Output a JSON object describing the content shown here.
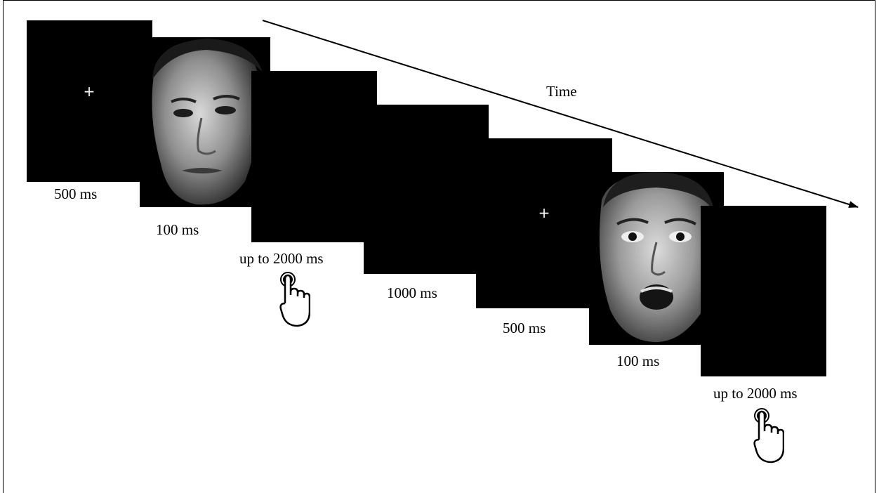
{
  "time_label": "Time",
  "frames": {
    "fixation_1": {
      "duration": "500 ms",
      "symbol": "+"
    },
    "face_1": {
      "duration": "100 ms"
    },
    "response_1": {
      "duration": "up to 2000 ms"
    },
    "blank_interval": {
      "duration": "1000 ms"
    },
    "fixation_2": {
      "duration": "500 ms",
      "symbol": "+"
    },
    "face_2": {
      "duration": "100 ms"
    },
    "response_2": {
      "duration": "up to 2000 ms"
    }
  },
  "colors": {
    "screen": "#000000",
    "fixation": "#ffffff",
    "ink": "#000000",
    "background": "#ffffff"
  },
  "icons": {
    "response": "pointing-hand-icon"
  }
}
